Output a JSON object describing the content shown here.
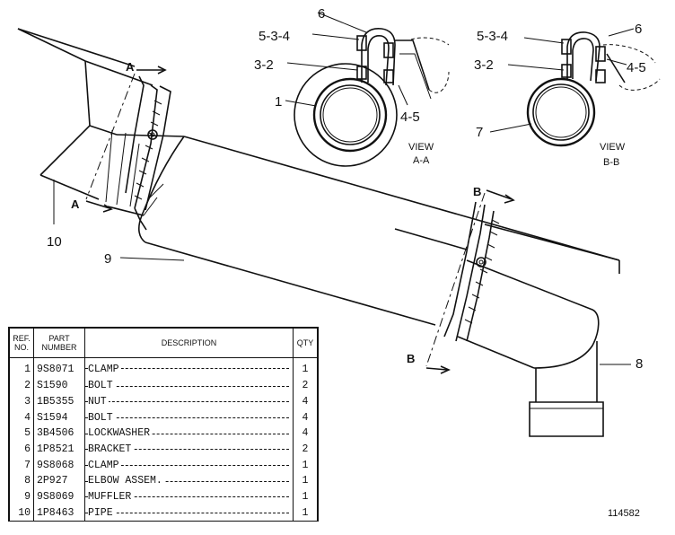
{
  "callouts": {
    "c1": "1",
    "c6": "6",
    "c7": "7",
    "c8": "8",
    "c9": "9",
    "c10": "10",
    "va_534": "5-3-4",
    "va_32": "3-2",
    "va_45": "4-5",
    "va_6": "6",
    "vb_534": "5-3-4",
    "vb_32": "3-2",
    "vb_45": "4-5",
    "vb_6": "6"
  },
  "section_marks": {
    "a_top": "A",
    "a_bottom": "A",
    "b_top": "B",
    "b_bottom": "B"
  },
  "views": {
    "aa_label": "VIEW",
    "aa_sub": "A-A",
    "bb_label": "VIEW",
    "bb_sub": "B-B"
  },
  "table": {
    "headers": {
      "ref": "REF. NO.",
      "part": "PART NUMBER",
      "desc": "DESCRIPTION",
      "qty": "QTY"
    },
    "rows": [
      {
        "ref": "1",
        "part": "9S8071",
        "desc": "CLAMP",
        "qty": "1"
      },
      {
        "ref": "2",
        "part": "S1590",
        "desc": "BOLT",
        "qty": "2"
      },
      {
        "ref": "3",
        "part": "1B5355",
        "desc": "NUT",
        "qty": "4"
      },
      {
        "ref": "4",
        "part": "S1594",
        "desc": "BOLT",
        "qty": "4"
      },
      {
        "ref": "5",
        "part": "3B4506",
        "desc": "LOCKWASHER",
        "qty": "4"
      },
      {
        "ref": "6",
        "part": "1P8521",
        "desc": "BRACKET",
        "qty": "2"
      },
      {
        "ref": "7",
        "part": "9S8068",
        "desc": "CLAMP",
        "qty": "1"
      },
      {
        "ref": "8",
        "part": "2P927",
        "desc": "ELBOW ASSEM.",
        "qty": "1"
      },
      {
        "ref": "9",
        "part": "9S8069",
        "desc": "MUFFLER",
        "qty": "1"
      },
      {
        "ref": "10",
        "part": "1P8463",
        "desc": "PIPE",
        "qty": "1"
      }
    ]
  },
  "figure_number": "114582"
}
